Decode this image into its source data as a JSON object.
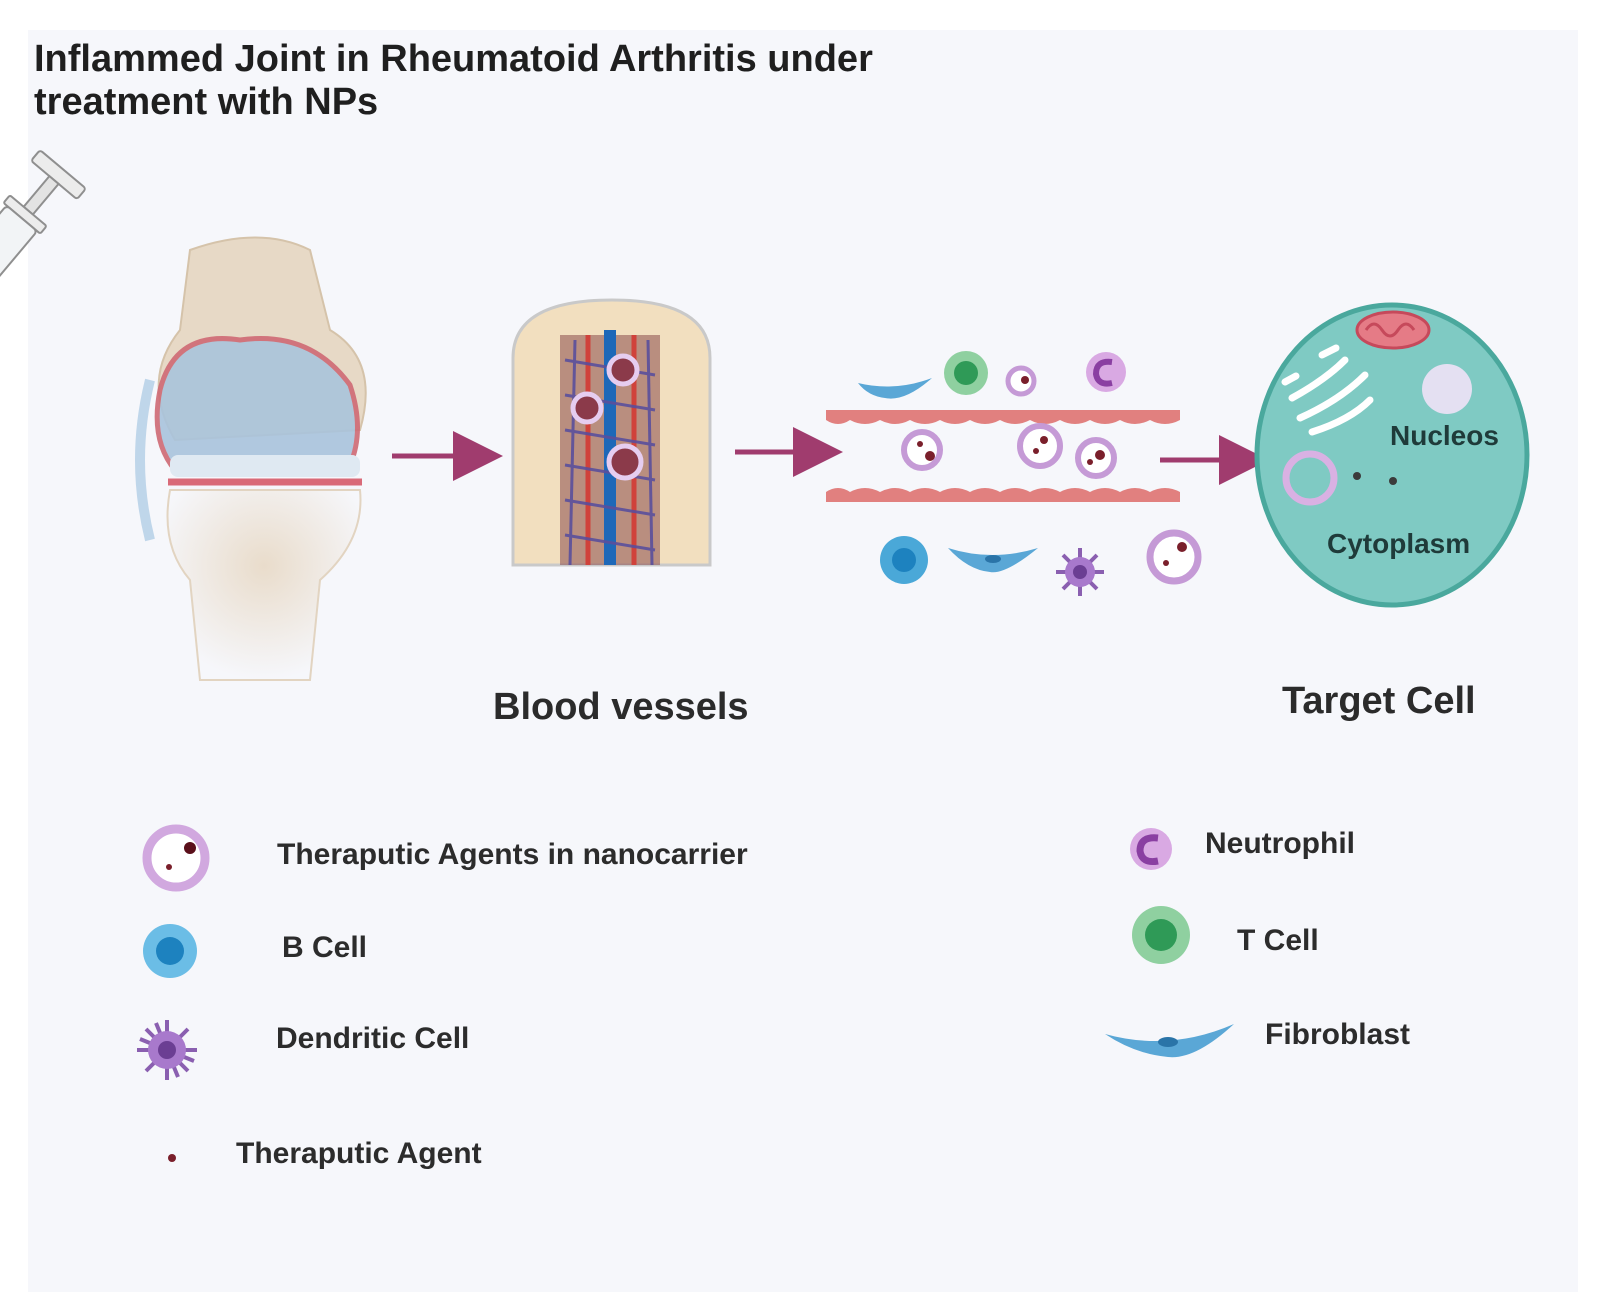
{
  "title": "Inflammed Joint in Rheumatoid Arthritis under treatment with NPs",
  "stages": {
    "blood_vessels": "Blood vessels",
    "target_cell": "Target Cell"
  },
  "target_cell_labels": {
    "nucleus": "Nucleos",
    "cytoplasm": "Cytoplasm"
  },
  "legend": {
    "nanocarrier": "Theraputic Agents in nanocarrier",
    "b_cell": "B Cell",
    "dendritic_cell": "Dendritic Cell",
    "therapeutic_agent": "Theraputic Agent",
    "neutrophil": "Neutrophil",
    "t_cell": "T Cell",
    "fibroblast": "Fibroblast"
  },
  "colors": {
    "arrow": "#a03c6e",
    "nanocarrier": "#c59ad6",
    "b_cell": "#4aa8d8",
    "t_cell": "#5dbb7a",
    "dendritic_cell": "#8a5fb0",
    "neutrophil": "#b57ac8",
    "fibroblast": "#5aa7d6",
    "target_cell": "#7fcac3",
    "vessel_wall": "#e1807f"
  }
}
